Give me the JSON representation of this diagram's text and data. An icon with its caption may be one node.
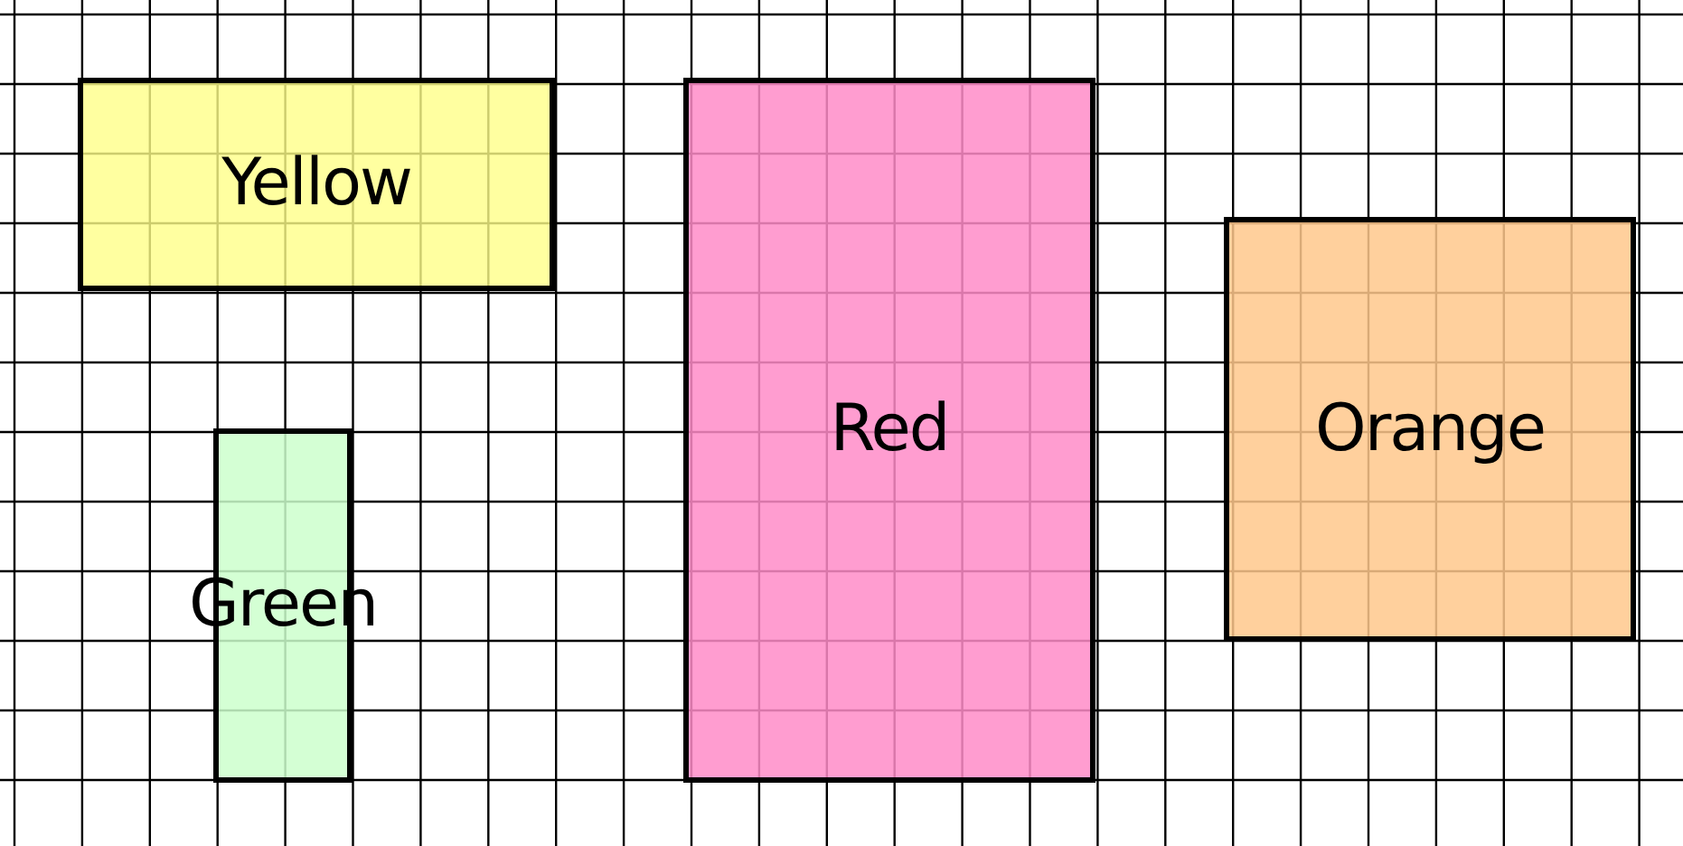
{
  "diagram": {
    "nodes": [
      {
        "text": [
          "Yellow"
        ]
      },
      {
        "text": [
          "Red"
        ]
      },
      {
        "text": [
          "Orange"
        ]
      },
      {
        "text": [
          "Green"
        ]
      }
    ]
  }
}
